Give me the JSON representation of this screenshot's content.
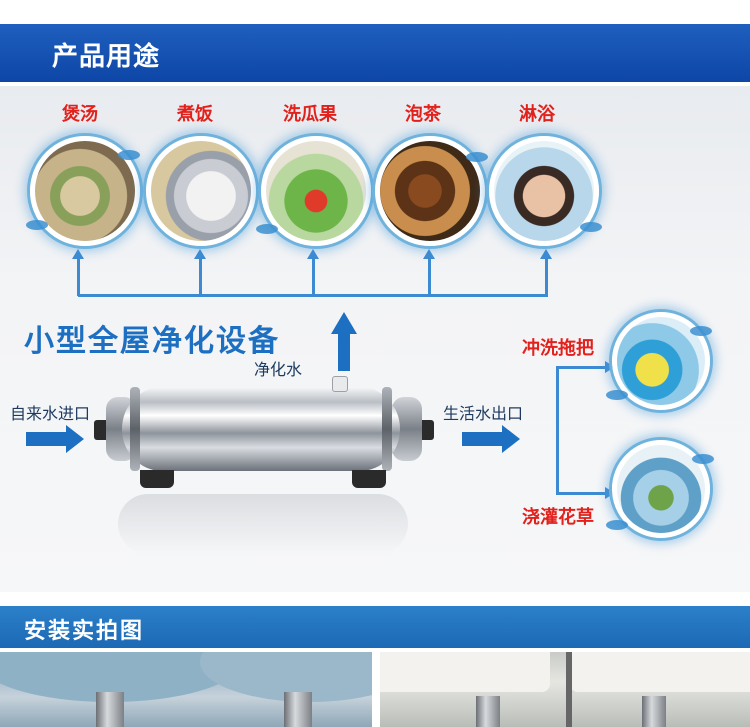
{
  "section1": {
    "title": "产品用途"
  },
  "uses": [
    {
      "label": "煲汤"
    },
    {
      "label": "煮饭"
    },
    {
      "label": "洗瓜果"
    },
    {
      "label": "泡茶"
    },
    {
      "label": "淋浴"
    }
  ],
  "device": {
    "title": "小型全屋净化设备",
    "purified_water_label": "净化水",
    "inlet_label": "自来水进口",
    "outlet_label": "生活水出口",
    "brand_marks": "",
    "outputs": [
      {
        "label": "冲洗拖把"
      },
      {
        "label": "浇灌花草"
      }
    ]
  },
  "section2": {
    "title": "安装实拍图"
  },
  "colors": {
    "header_blue": "#0d46a6",
    "accent_blue": "#1d6fc1",
    "label_red": "#e2211c"
  }
}
